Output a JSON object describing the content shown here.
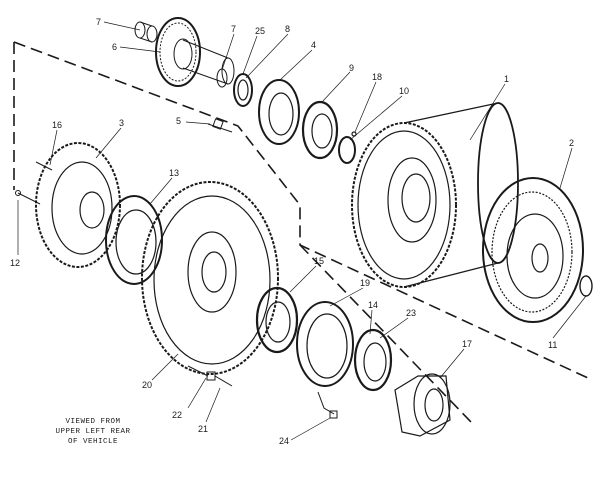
{
  "diagram": {
    "caption_lines": [
      "VIEWED FROM",
      "UPPER LEFT REAR",
      "OF VEHICLE"
    ],
    "ink_color": "#1a1a1a",
    "background": "#ffffff",
    "callouts": [
      {
        "id": "c7a",
        "label": "7"
      },
      {
        "id": "c6",
        "label": "6"
      },
      {
        "id": "c7b",
        "label": "7"
      },
      {
        "id": "c25",
        "label": "25"
      },
      {
        "id": "c8",
        "label": "8"
      },
      {
        "id": "c4",
        "label": "4"
      },
      {
        "id": "c9",
        "label": "9"
      },
      {
        "id": "c18",
        "label": "18"
      },
      {
        "id": "c10",
        "label": "10"
      },
      {
        "id": "c1",
        "label": "1"
      },
      {
        "id": "c5",
        "label": "5"
      },
      {
        "id": "c16",
        "label": "16"
      },
      {
        "id": "c3",
        "label": "3"
      },
      {
        "id": "c13",
        "label": "13"
      },
      {
        "id": "c12",
        "label": "12"
      },
      {
        "id": "c2",
        "label": "2"
      },
      {
        "id": "c11",
        "label": "11"
      },
      {
        "id": "c15",
        "label": "15"
      },
      {
        "id": "c19",
        "label": "19"
      },
      {
        "id": "c14",
        "label": "14"
      },
      {
        "id": "c23",
        "label": "23"
      },
      {
        "id": "c17",
        "label": "17"
      },
      {
        "id": "c20",
        "label": "20"
      },
      {
        "id": "c22",
        "label": "22"
      },
      {
        "id": "c21",
        "label": "21"
      },
      {
        "id": "c24",
        "label": "24"
      }
    ]
  }
}
